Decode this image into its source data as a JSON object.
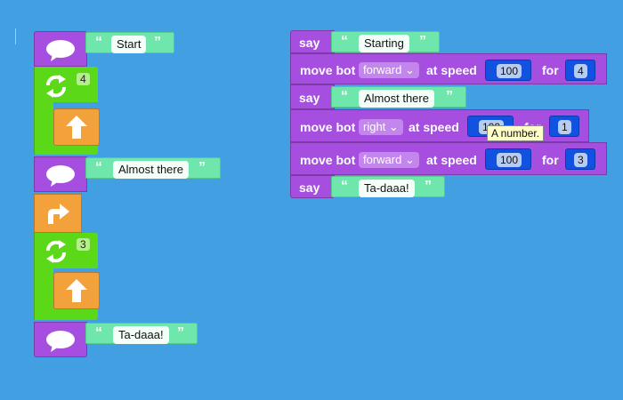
{
  "left_stack": {
    "say1_text": "Start",
    "repeat1_count": "4",
    "say2_text": "Almost there",
    "repeat2_count": "3",
    "say3_text": "Ta-daaa!"
  },
  "right_stack": {
    "say1": {
      "label": "say",
      "text": "Starting"
    },
    "move1": {
      "label": "move bot",
      "direction": "forward",
      "speed_label": "at speed",
      "speed": "100",
      "for_label": "for",
      "for_value": "4"
    },
    "say2": {
      "label": "say",
      "text": "Almost there"
    },
    "move2": {
      "label": "move bot",
      "direction": "right",
      "speed_label": "at speed",
      "speed": "100",
      "for_label": "for",
      "for_value": "1"
    },
    "move3": {
      "label": "move bot",
      "direction": "forward",
      "speed_label": "at speed",
      "speed": "100",
      "for_label": "for",
      "for_value": "3"
    },
    "say3": {
      "label": "say",
      "text": "Ta-daaa!"
    }
  },
  "tooltip": "A number.",
  "quote_open": "“",
  "quote_close": "”",
  "dropdown_arrow": "⌄",
  "icons": {
    "speech": "speech-bubble-icon",
    "repeat": "repeat-arrows-icon",
    "forward": "up-arrow-icon",
    "turn_right": "turn-right-arrow-icon"
  },
  "colors": {
    "workspace": "#429fe1",
    "say_block": "#a64ee0",
    "repeat_block": "#5bd817",
    "move_block": "#f3a13b",
    "text_block": "#6ee6a9",
    "number_block": "#1152e0"
  }
}
